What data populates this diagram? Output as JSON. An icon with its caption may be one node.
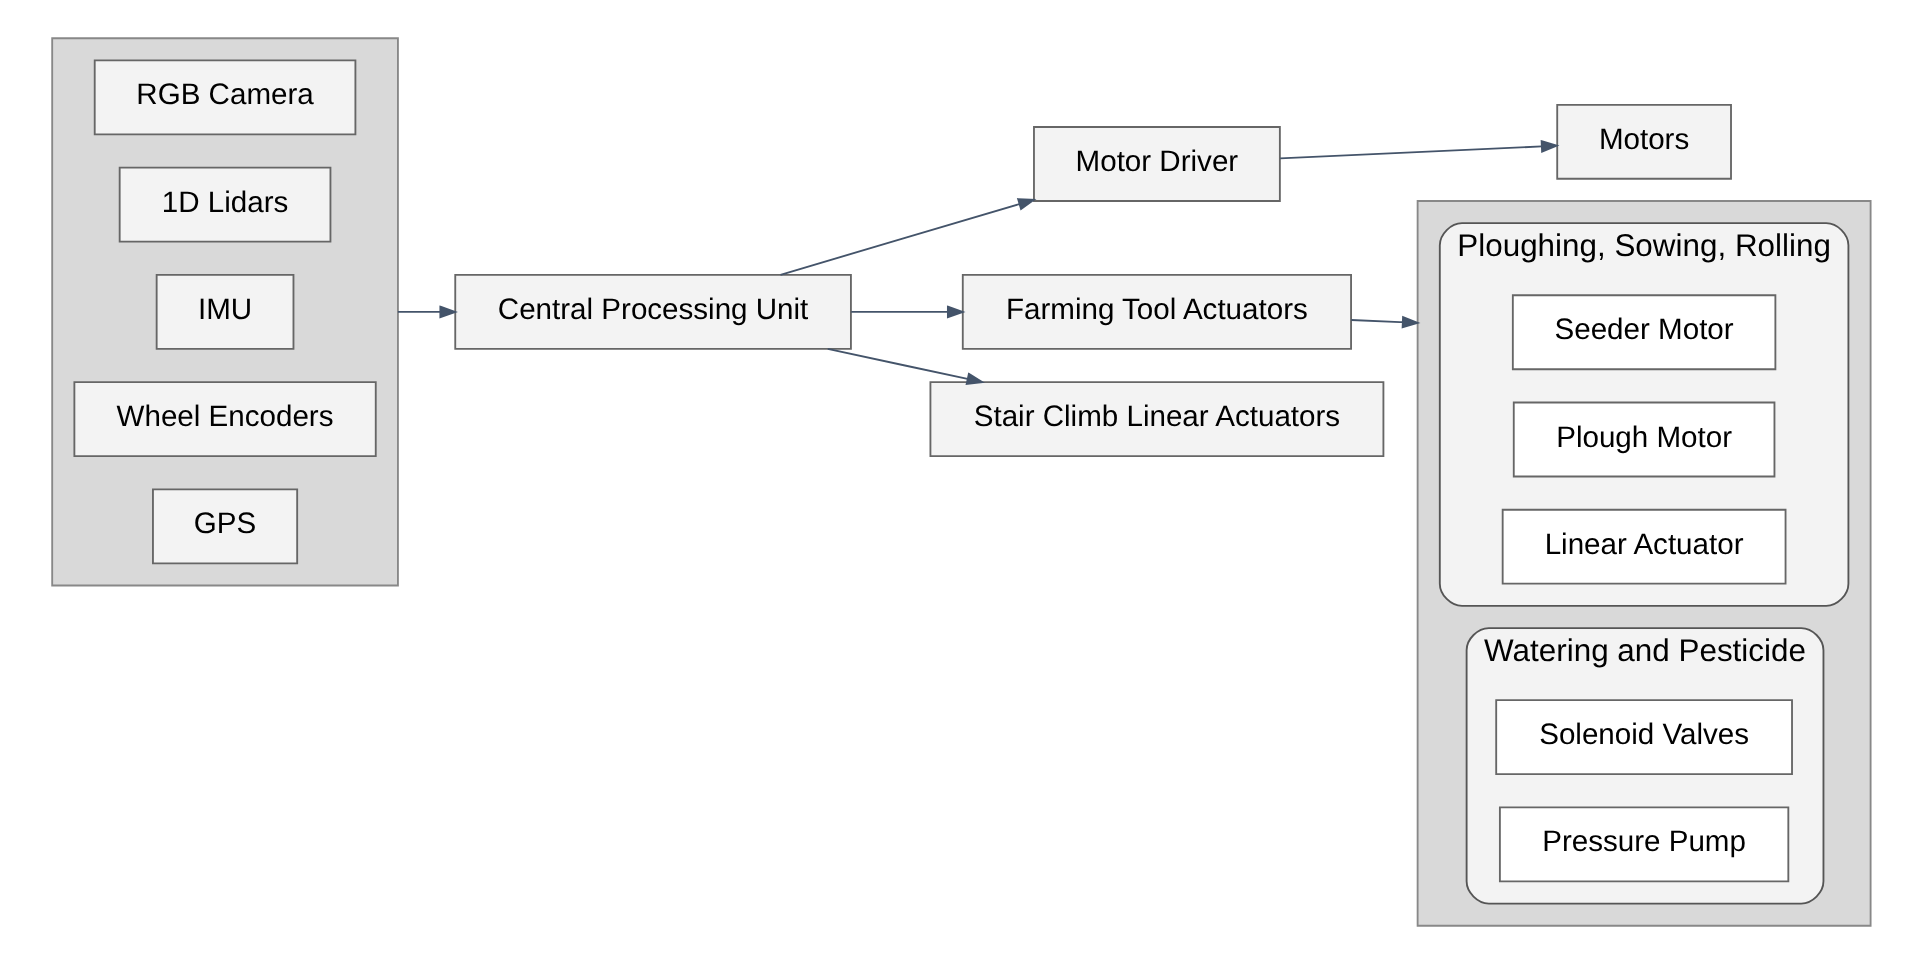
{
  "diagram": {
    "nodes": [
      {
        "text": [],
        "shape": "box"
      },
      {
        "text": [
          "RGB Camera"
        ],
        "in": 0
      },
      {
        "text": [
          "1D Lidars"
        ],
        "in": 0
      },
      {
        "text": [
          "IMU"
        ],
        "in": 0
      },
      {
        "text": [
          "Wheel Encoders"
        ],
        "in": 0
      },
      {
        "text": [
          "GPS"
        ],
        "in": 0
      },
      {
        "text": [
          "Central Processing Unit"
        ]
      },
      {
        "text": [
          "Motor Driver"
        ]
      },
      {
        "text": [
          "Farming Tool Actuators"
        ]
      },
      {
        "text": [
          "Motors"
        ]
      },
      {
        "text": [
          "Stair Climb Linear Actuators"
        ]
      },
      {
        "text": [],
        "shape": "box"
      },
      {
        "text": [
          "Ploughing, Sowing, Rolling"
        ],
        "in": 11
      },
      {
        "text": [
          "Seeder Motor"
        ],
        "in": 12
      },
      {
        "text": [
          "Plough Motor"
        ],
        "in": 12
      },
      {
        "text": [
          "Linear Actuator"
        ],
        "in": 12
      },
      {
        "text": [
          "Watering and Pesticide"
        ],
        "in": 11
      },
      {
        "text": [
          "Solenoid Valves"
        ],
        "in": 16
      },
      {
        "text": [
          "Pressure Pump"
        ],
        "in": 16
      }
    ],
    "edges": [
      {
        "from": 0,
        "to": 6,
        "arrow": "to"
      },
      {
        "from": 6,
        "to": 7,
        "arrow": "to"
      },
      {
        "from": 7,
        "to": 9,
        "arrow": "to"
      },
      {
        "from": 6,
        "to": 10,
        "arrow": "to"
      },
      {
        "from": 6,
        "to": 8,
        "arrow": "to"
      },
      {
        "from": 8,
        "to": 11,
        "arrow": "to"
      }
    ]
  }
}
